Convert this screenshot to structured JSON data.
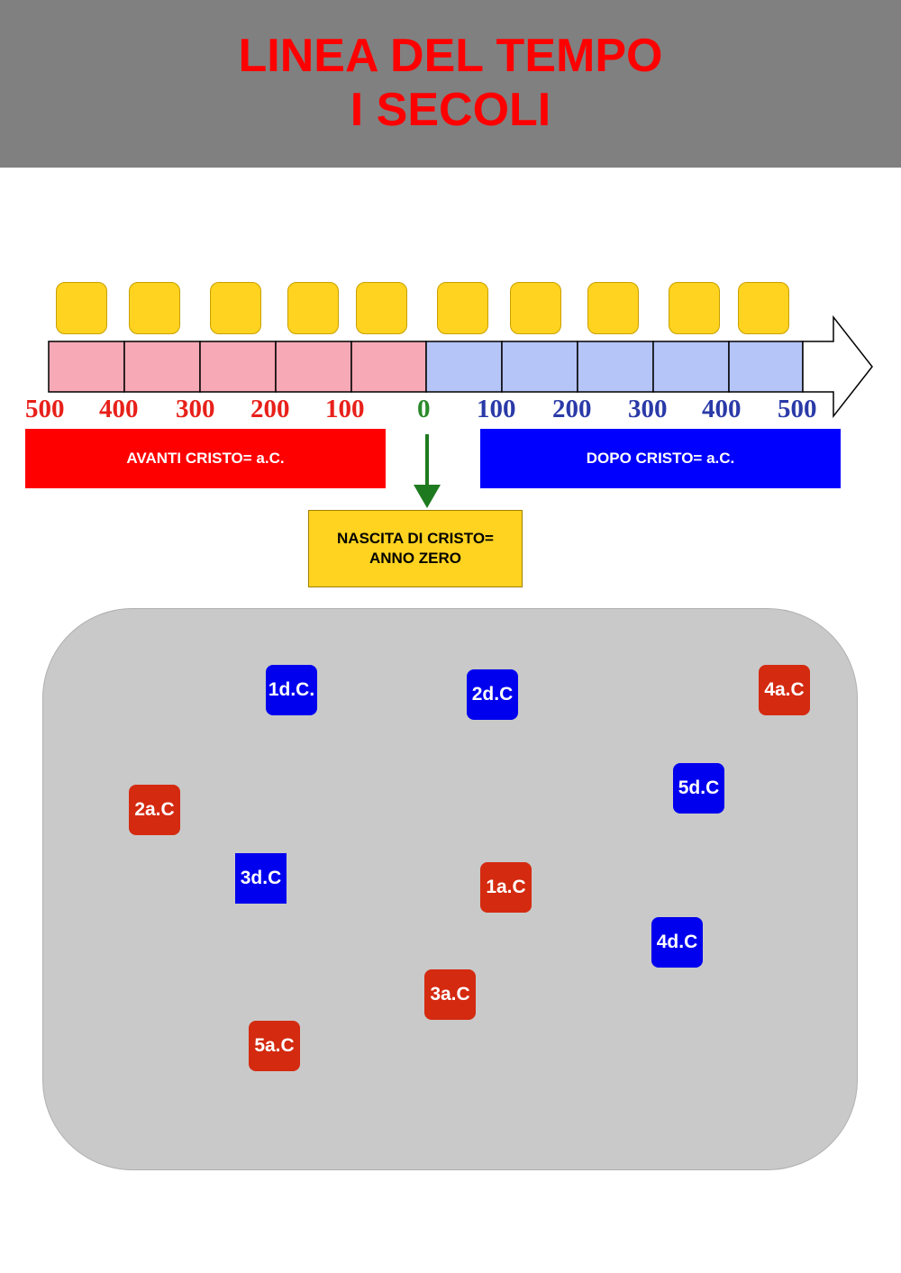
{
  "header": {
    "title_line1": "LINEA DEL TEMPO",
    "title_line2": "I SECOLI"
  },
  "timeline": {
    "ticks_bc": [
      "500",
      "400",
      "300",
      "200",
      "100"
    ],
    "tick_zero": "0",
    "ticks_ad": [
      "100",
      "200",
      "300",
      "400",
      "500"
    ],
    "colors": {
      "bc_segment": "#f7a9b5",
      "ad_segment": "#b5c5f7",
      "arrow_green": "#1e7a1e"
    }
  },
  "eras": {
    "bc_label": "AVANTI CRISTO= a.C.",
    "ad_label": "DOPO CRISTO= a.C."
  },
  "birth": {
    "line1": "NASCITA DI CRISTO=",
    "line2": "ANNO ZERO"
  },
  "drop_slots_count": 10,
  "cards": {
    "c1": "1d.C.",
    "c2": "2d.C",
    "c3": "4a.C",
    "c4": "5d.C",
    "c5": "2a.C",
    "c6": "3d.C",
    "c7": "1a.C",
    "c8": "4d.C",
    "c9": "3a.C",
    "c10": "5a.C"
  }
}
